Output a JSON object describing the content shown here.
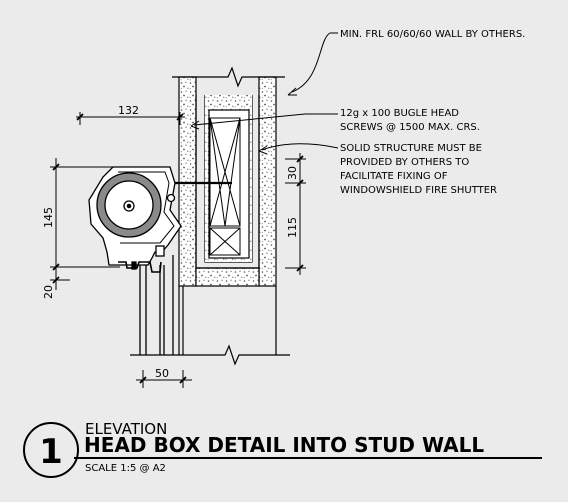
{
  "colors": {
    "background": "#ebebeb",
    "line": "#000000",
    "fire_board": "#ffffff",
    "insulation_texture": "#555555"
  },
  "annotations": {
    "wall_note": "MIN. FRL 60/60/60 WALL BY OTHERS.",
    "screw_note": [
      "12g x 100 BUGLE HEAD",
      "SCREWS @ 1500 MAX. CRS."
    ],
    "structure_note": [
      "SOLID STRUCTURE MUST BE",
      "PROVIDED BY OTHERS TO",
      "FACILITATE FIXING OF",
      "WINDOWSHIELD  FIRE SHUTTER"
    ]
  },
  "dimensions": {
    "d132": "132",
    "d145": "145",
    "d20": "20",
    "d30": "30",
    "d115": "115",
    "d50": "50"
  },
  "title_block": {
    "number": "1",
    "view": "ELEVATION",
    "title": "HEAD BOX DETAIL INTO STUD WALL",
    "scale": "SCALE 1:5 @ A2"
  },
  "icons": [
    "break-line-icon",
    "leader-arrow-icon",
    "dimension-tick-icon",
    "timber-cross-hatch-icon"
  ]
}
